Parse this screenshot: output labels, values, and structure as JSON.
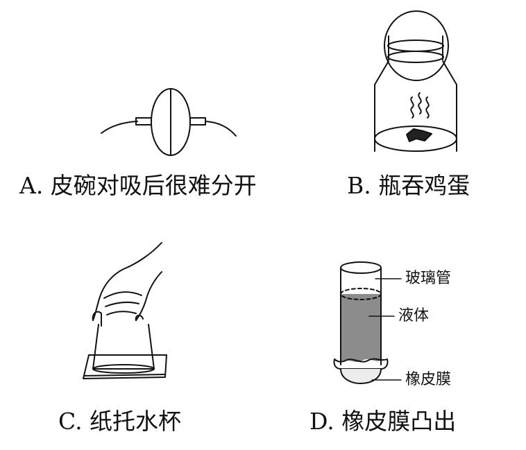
{
  "panels": {
    "a": {
      "caption": "A. 皮碗对吸后很难分开"
    },
    "b": {
      "caption": "B. 瓶吞鸡蛋"
    },
    "c": {
      "caption": "C. 纸托水杯"
    },
    "d": {
      "caption": "D. 橡皮膜凸出",
      "labels": {
        "tube": "玻璃管",
        "liquid": "液体",
        "membrane": "橡皮膜"
      }
    }
  },
  "colors": {
    "line": "#111111",
    "liquid": "#8c8c8c",
    "background": "#ffffff"
  }
}
